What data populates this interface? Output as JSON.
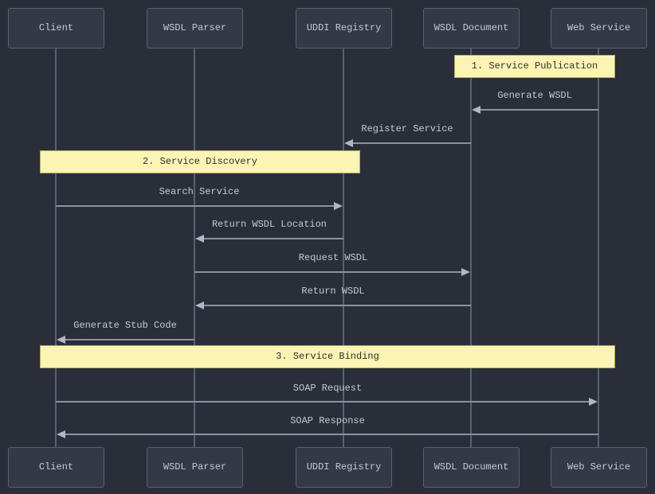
{
  "diagram": {
    "type": "sequence-diagram",
    "colors": {
      "background": "#2a2e38",
      "actor_fill": "#333947",
      "actor_border": "#596070",
      "actor_text": "#c6cad2",
      "lifeline": "#596070",
      "message_line": "#8a91a0",
      "arrowhead": "#b2b7c1",
      "message_text": "#c6cad2",
      "note_fill": "#fcf4b5",
      "note_border": "#b5ad62",
      "note_text": "#2e2e28"
    },
    "actors": [
      {
        "label": "Client"
      },
      {
        "label": "WSDL Parser"
      },
      {
        "label": "UDDI Registry"
      },
      {
        "label": "WSDL Document"
      },
      {
        "label": "Web Service"
      }
    ],
    "notes": [
      {
        "label": "1. Service Publication",
        "over": [
          "WSDL Document",
          "Web Service"
        ]
      },
      {
        "label": "2. Service Discovery",
        "over": [
          "Client",
          "UDDI Registry"
        ]
      },
      {
        "label": "3. Service Binding",
        "over": [
          "Client",
          "Web Service"
        ]
      }
    ],
    "messages": [
      {
        "label": "Generate WSDL",
        "from": "Web Service",
        "to": "WSDL Document"
      },
      {
        "label": "Register Service",
        "from": "WSDL Document",
        "to": "UDDI Registry"
      },
      {
        "label": "Search Service",
        "from": "Client",
        "to": "UDDI Registry"
      },
      {
        "label": "Return WSDL Location",
        "from": "UDDI Registry",
        "to": "WSDL Parser"
      },
      {
        "label": "Request WSDL",
        "from": "WSDL Parser",
        "to": "WSDL Document"
      },
      {
        "label": "Return WSDL",
        "from": "WSDL Document",
        "to": "WSDL Parser"
      },
      {
        "label": "Generate Stub Code",
        "from": "WSDL Parser",
        "to": "Client"
      },
      {
        "label": "SOAP Request",
        "from": "Client",
        "to": "Web Service"
      },
      {
        "label": "SOAP Response",
        "from": "Web Service",
        "to": "Client"
      }
    ]
  }
}
